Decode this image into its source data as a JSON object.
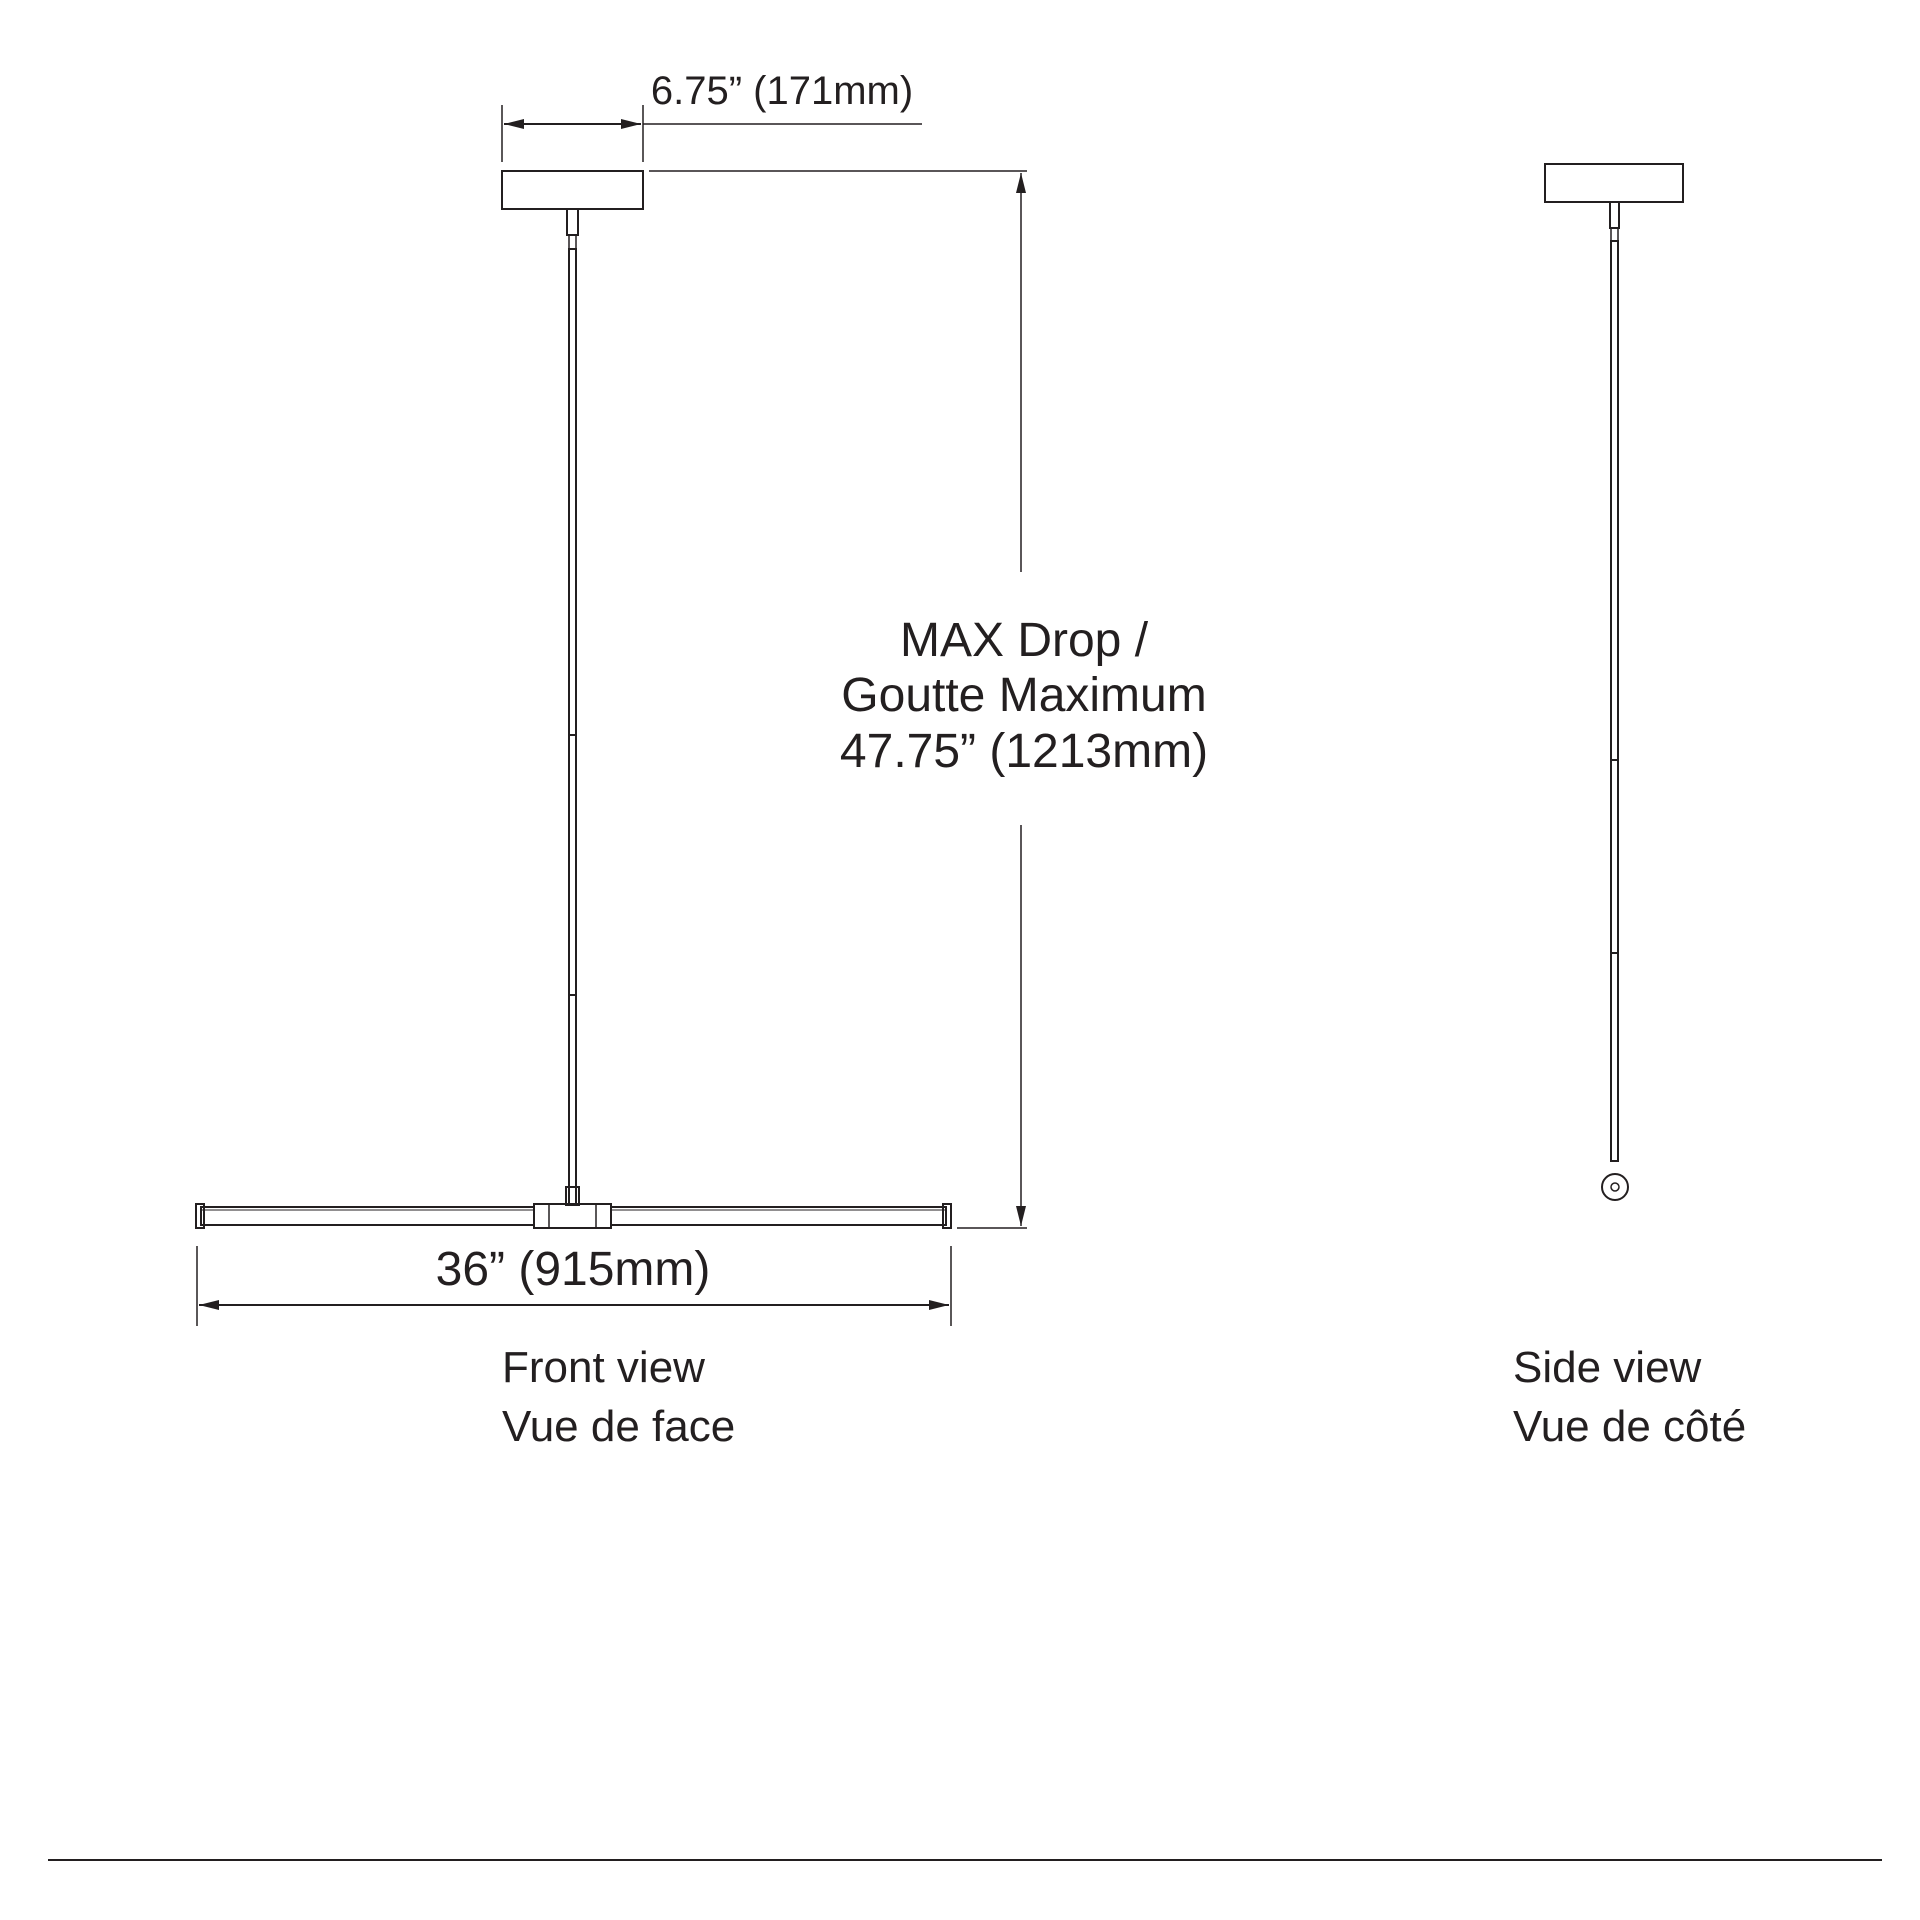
{
  "colors": {
    "ink": "#231f20",
    "background": "#ffffff"
  },
  "dimensions": {
    "canopy_width": "6.75” (171mm)",
    "max_drop_line1": "MAX Drop /",
    "max_drop_line2": "Goutte Maximum",
    "max_drop_line3": "47.75” (1213mm)",
    "overall_width": "36” (915mm)"
  },
  "views": {
    "front": {
      "title": "Front view",
      "subtitle": "Vue de face"
    },
    "side": {
      "title": "Side view",
      "subtitle": "Vue de côté"
    }
  }
}
